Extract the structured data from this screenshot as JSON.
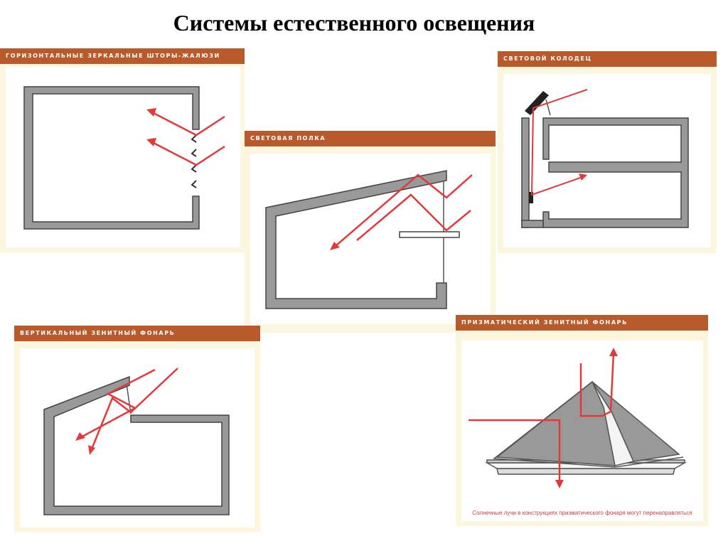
{
  "page": {
    "title": "Системы естественного освещения"
  },
  "panels": {
    "horizontal_blinds": {
      "title": "Горизонтальные зеркальные шторы-жалюзи"
    },
    "light_shelf": {
      "title": "Световая полка"
    },
    "light_well": {
      "title": "Световой колодец"
    },
    "vertical_skylight": {
      "title": "Вертикальный зенитный фонарь"
    },
    "prismatic_skylight": {
      "title": "Призматический зенитный фонарь",
      "caption": "Солнечные лучи в конструкциях призматического фонаря могут перенаправляться"
    }
  },
  "colors": {
    "header": "#b85a2c",
    "panel_frame": "#fdf6df",
    "wall": "#999999",
    "ray": "#e23a3a"
  }
}
